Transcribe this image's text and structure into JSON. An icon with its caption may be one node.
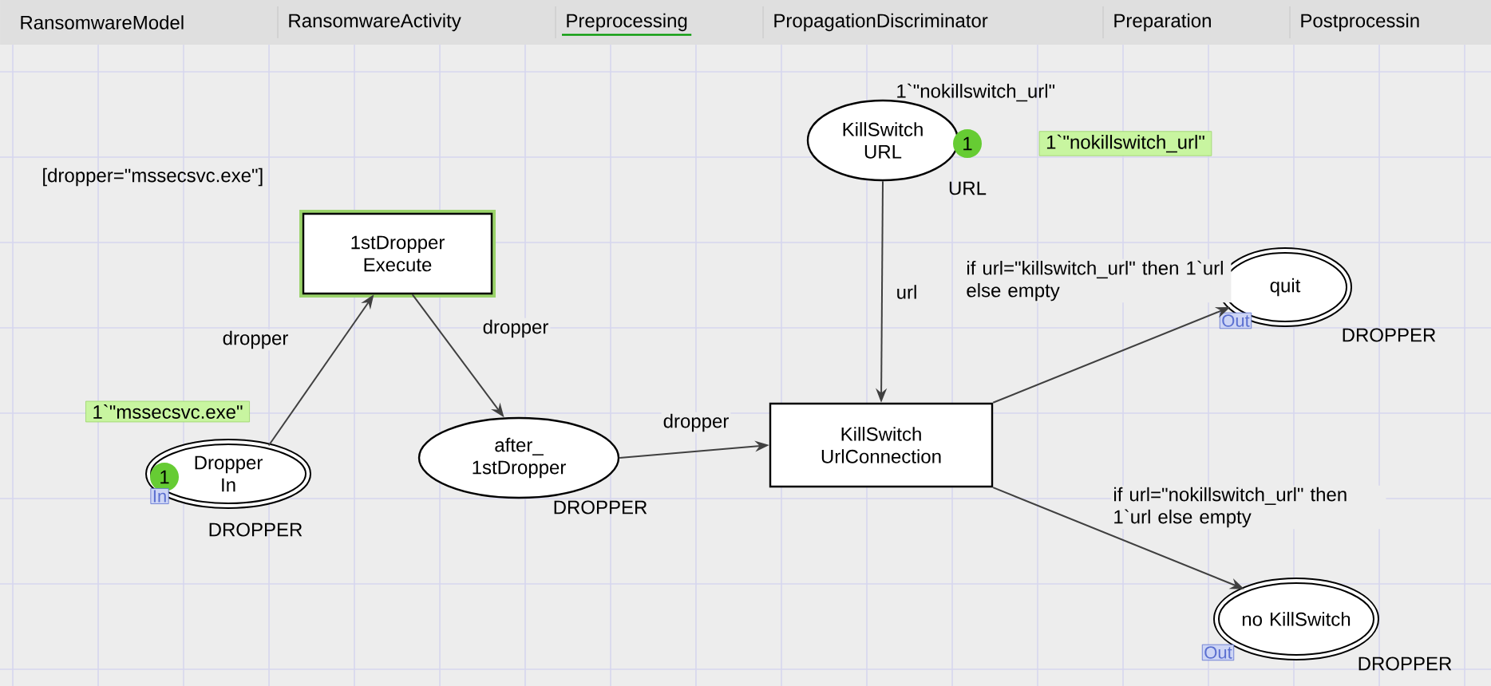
{
  "diagram": {
    "nodes": [
      {
        "text": [
          "1stDropper Execute"
        ],
        "beside": [
          "[dropper=\"mssecsvc.exe\"]"
        ]
      },
      {
        "text": [
          "1`\"mssecsvc.exe\""
        ]
      },
      {
        "text": [
          "Dropper In"
        ],
        "beside": [
          "DROPPER"
        ]
      },
      {
        "text": [
          "1"
        ],
        "in": 2
      },
      {
        "text": [
          "In"
        ]
      },
      {
        "text": [
          "after_ 1stDropper"
        ],
        "beside": [
          "DROPPER"
        ]
      },
      {
        "text": [
          "KillSwitch URL"
        ],
        "beside": [
          "1`\"nokillswitch_url\"",
          "URL"
        ]
      },
      {
        "text": [
          "1"
        ]
      },
      {
        "text": [
          "1`\"nokillswitch_url\""
        ]
      },
      {
        "text": [
          "KillSwitch UrlConnection"
        ]
      },
      {
        "text": [
          "quit"
        ],
        "beside": [
          "DROPPER"
        ]
      },
      {
        "text": [
          "Out"
        ]
      },
      {
        "text": [
          "no KillSwitch"
        ],
        "beside": [
          "DROPPER"
        ]
      },
      {
        "text": [
          "Out"
        ]
      }
    ],
    "edges": [
      {
        "from": 2,
        "to": 0,
        "arrow": "to",
        "label": "dropper"
      },
      {
        "from": 0,
        "to": 5,
        "arrow": "to",
        "label": "dropper"
      },
      {
        "from": 5,
        "to": 9,
        "arrow": "to",
        "label": "dropper"
      },
      {
        "from": 6,
        "to": 9,
        "arrow": "to",
        "label": "url"
      },
      {
        "from": 9,
        "to": 10,
        "arrow": "to",
        "label": "if url=\"killswitch_url\" then 1`url else empty"
      },
      {
        "from": 9,
        "to": 12,
        "arrow": "to",
        "label": "if url=\"nokillswitch_url\" then 1`url else empty"
      }
    ],
    "labels": [
      "RansomwareModel",
      "RansomwareActivity",
      "Preprocessing",
      "PropagationDiscriminator",
      "Preparation",
      "Postprocessin"
    ]
  }
}
